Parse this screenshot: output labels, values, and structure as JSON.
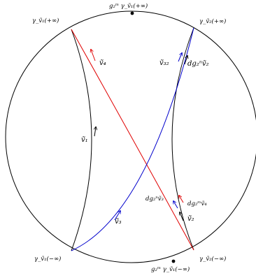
{
  "labels": {
    "top_point": "g₂ᵐ γ_ṽ₁(+∞)",
    "bottom_point": "g₂ᵐ γ_ṽ₁(−∞)",
    "upper_left": "γ_ṽ₁(+∞)",
    "upper_right": "γ_ṽ₂(+∞)",
    "lower_left": "γ_ṽ₁(−∞)",
    "lower_right": "γ_ṽ₂(−∞)",
    "v1": "ṽ₁",
    "v2": "ṽ₂",
    "v3": "ṽ₃",
    "v4": "ṽ₄",
    "v32": "ṽ₃₂",
    "dg2n_v2": "dg₂ⁿṽ₂",
    "dg2n_v3": "dg₂ⁿṽ₃",
    "dg2m_v4": "dg₂ᵐṽ₄"
  },
  "colors": {
    "boundary": "#000000",
    "red_geodesic": "#e00000",
    "blue_geodesic": "#0000cc",
    "black_geodesic": "#000000"
  }
}
